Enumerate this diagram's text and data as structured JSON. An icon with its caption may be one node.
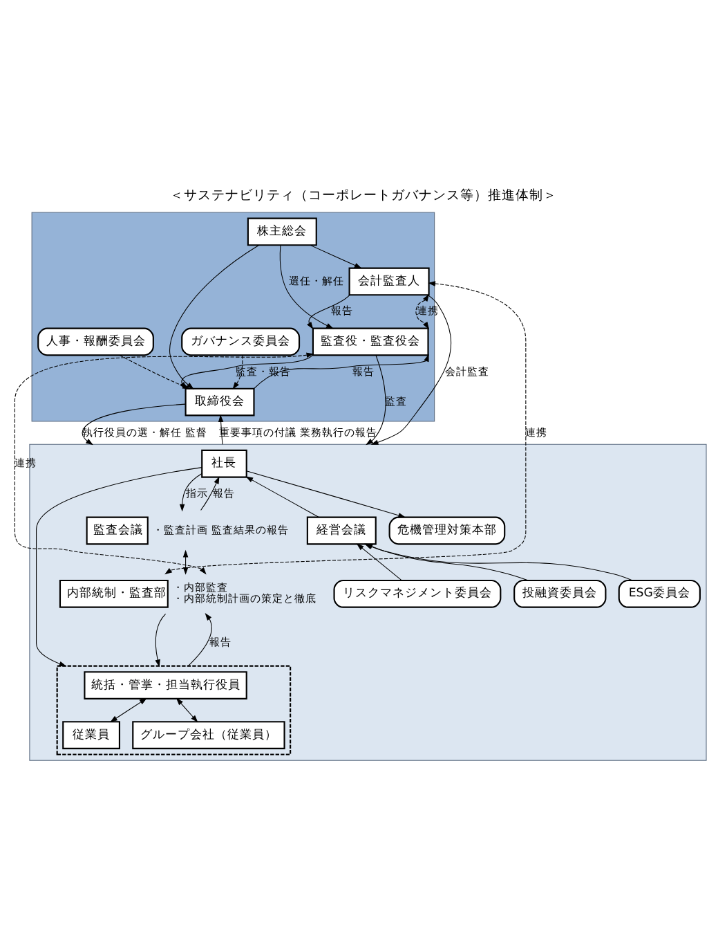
{
  "diagram": {
    "title": "＜サステナビリティ（コーポレートガバナンス等）推進体制＞",
    "nodes": [
      {
        "text": [],
        "shape": "band"
      },
      {
        "text": [
          "株主総会"
        ],
        "in": 0
      },
      {
        "text": [
          "会計監査人"
        ],
        "in": 0
      },
      {
        "text": [
          "監査役・監査役会"
        ],
        "in": 0
      },
      {
        "text": [
          "取締役会"
        ],
        "in": 0
      },
      {
        "text": [
          "人事・報酬委員会"
        ],
        "in": 0
      },
      {
        "text": [
          "ガバナンス委員会"
        ],
        "in": 0
      },
      {
        "text": [],
        "shape": "band"
      },
      {
        "text": [
          "社長"
        ],
        "in": 7
      },
      {
        "text": [
          "監査会議"
        ],
        "in": 7,
        "beside": [
          "・監査計画 監査結果の報告"
        ]
      },
      {
        "text": [
          "内部統制・監査部"
        ],
        "in": 7,
        "beside": [
          "・内部監査",
          "・内部統制計画の策定と徹底"
        ]
      },
      {
        "text": [
          "経営会議"
        ],
        "in": 7
      },
      {
        "text": [
          "投融資委員会"
        ],
        "in": 7
      },
      {
        "text": [
          "ESG委員会"
        ],
        "in": 7
      },
      {
        "text": [
          "リスクマネジメント委員会"
        ],
        "in": 7
      },
      {
        "text": [
          "危機管理対策本部"
        ],
        "in": 7
      },
      {
        "text": [],
        "shape": "box",
        "in": 7
      },
      {
        "text": [
          "統括・管掌・担当執行役員"
        ],
        "in": 16
      },
      {
        "text": [
          "従業員"
        ],
        "in": 16
      },
      {
        "text": [
          "グループ会社（従業員）"
        ],
        "in": 16
      }
    ],
    "edges": [
      {
        "from": 1,
        "to": 2,
        "arrow": "to"
      },
      {
        "from": 1,
        "to": 3,
        "arrow": "to",
        "label": "選任・解任"
      },
      {
        "from": 1,
        "to": 4,
        "arrow": "to"
      },
      {
        "from": 2,
        "to": 3,
        "arrow": "to",
        "label": "報告"
      },
      {
        "from": 2,
        "to": 3,
        "arrow": "both",
        "style": "dashed",
        "label": "連携"
      },
      {
        "from": 3,
        "to": 4,
        "arrow": "to",
        "label": "監査・報告"
      },
      {
        "from": 4,
        "to": 3,
        "arrow": "to",
        "label": "報告"
      },
      {
        "from": 5,
        "to": 4,
        "arrow": "to",
        "style": "dashed"
      },
      {
        "from": 6,
        "to": 4,
        "arrow": "to",
        "style": "dashed"
      },
      {
        "from": 2,
        "to": 7,
        "arrow": "to",
        "label": "会計監査"
      },
      {
        "from": 10,
        "to": 2,
        "arrow": "both",
        "style": "dashed",
        "label": "連携"
      },
      {
        "from": 10,
        "to": 3,
        "arrow": "both",
        "style": "dashed",
        "label": "連携"
      },
      {
        "from": 3,
        "to": 7,
        "arrow": "to",
        "label": "監査"
      },
      {
        "from": 4,
        "to": 7,
        "arrow": "to",
        "label": "執行役員の選・解任 監督"
      },
      {
        "from": 7,
        "to": 4,
        "arrow": "to",
        "label": "重要事項の付議 業務執行の報告"
      },
      {
        "from": 8,
        "to": 9,
        "arrow": "to",
        "label": "指示"
      },
      {
        "from": 9,
        "to": 8,
        "arrow": "to",
        "label": "報告"
      },
      {
        "from": 9,
        "to": 10,
        "arrow": "both"
      },
      {
        "from": 10,
        "to": 16,
        "arrow": "to"
      },
      {
        "from": 16,
        "to": 10,
        "arrow": "to",
        "label": "報告"
      },
      {
        "from": 8,
        "to": 16,
        "arrow": "to"
      },
      {
        "from": 8,
        "to": 15,
        "arrow": "to"
      },
      {
        "from": 11,
        "to": 8,
        "arrow": "to"
      },
      {
        "from": 12,
        "to": 11,
        "arrow": "to"
      },
      {
        "from": 13,
        "to": 11,
        "arrow": "to"
      },
      {
        "from": 14,
        "to": 11,
        "arrow": "to"
      },
      {
        "from": 17,
        "to": 19,
        "arrow": "both"
      },
      {
        "from": 17,
        "to": 18,
        "arrow": "both"
      }
    ]
  }
}
